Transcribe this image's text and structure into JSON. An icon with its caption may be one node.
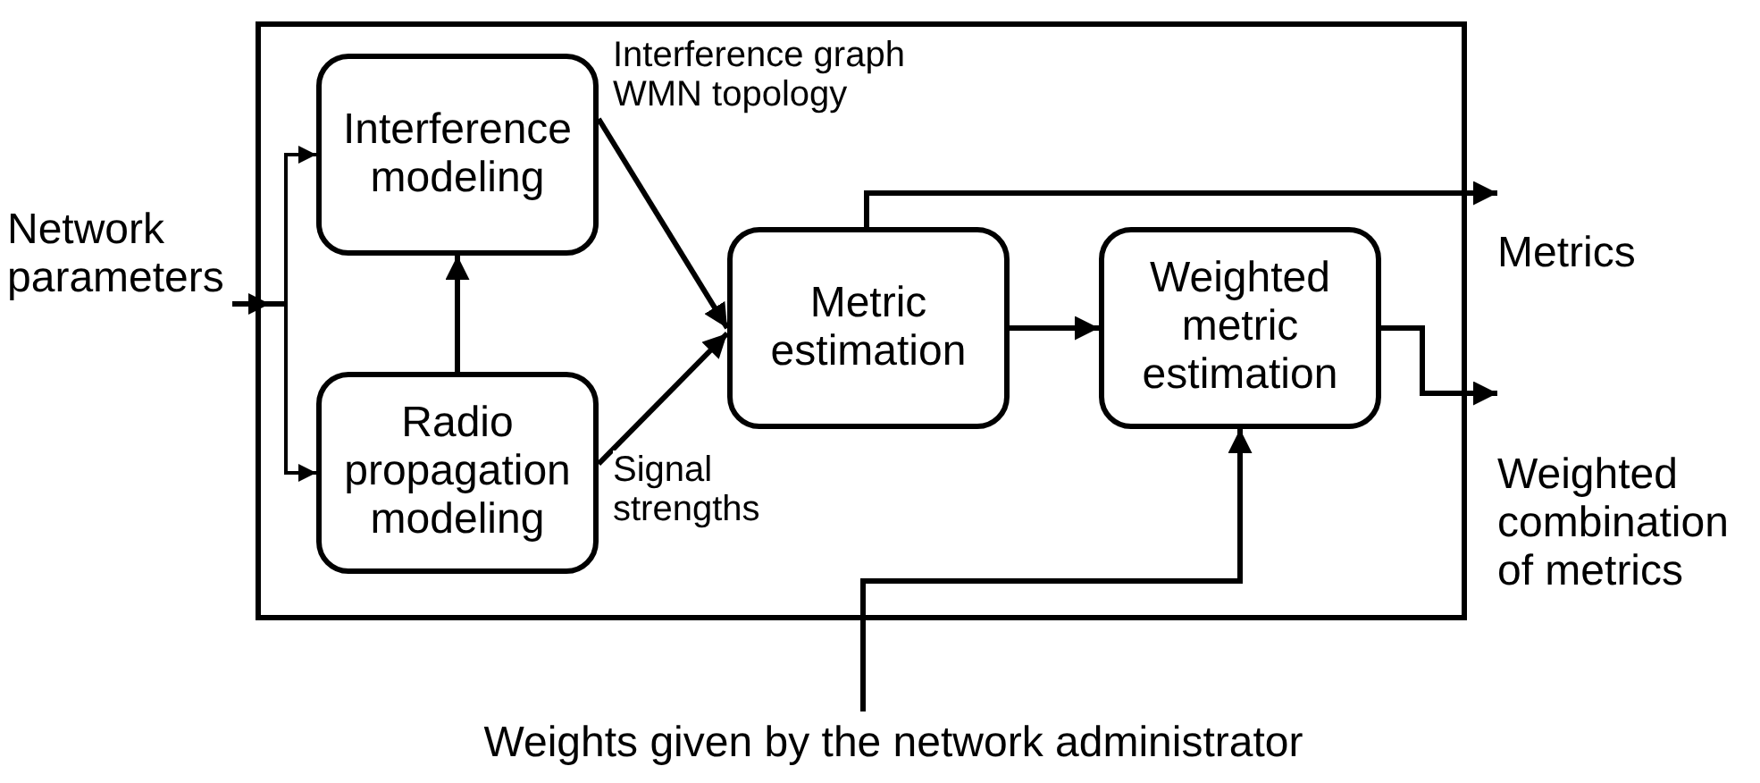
{
  "diagram": {
    "nodes": [
      {
        "text": [],
        "shape": "box"
      },
      {
        "text": [
          "Interference modeling"
        ],
        "in": 0
      },
      {
        "text": [
          "Radio propagation modeling"
        ],
        "in": 0
      },
      {
        "text": [
          "Metric estimation"
        ],
        "in": 0
      },
      {
        "text": [
          "Weighted metric estimation"
        ],
        "in": 0
      },
      {
        "text": [
          "Network parameters"
        ]
      },
      {
        "text": [
          "Metrics"
        ]
      },
      {
        "text": [
          "Weighted combination of metrics"
        ]
      },
      {
        "text": [
          "Weights given by the network administrator"
        ]
      }
    ],
    "edges": [
      {
        "from": 5,
        "to": 1,
        "arrow": "to"
      },
      {
        "from": 5,
        "to": 2,
        "arrow": "to"
      },
      {
        "from": 2,
        "to": 1,
        "arrow": "to"
      },
      {
        "from": 1,
        "to": 3,
        "arrow": "to",
        "label": "Interference graph WMN topology"
      },
      {
        "from": 2,
        "to": 3,
        "arrow": "to",
        "label": "Signal strengths"
      },
      {
        "from": 3,
        "to": 4,
        "arrow": "to"
      },
      {
        "from": 3,
        "to": 6,
        "arrow": "to"
      },
      {
        "from": 4,
        "to": 7,
        "arrow": "to"
      },
      {
        "from": 8,
        "to": 4,
        "arrow": "to"
      }
    ]
  }
}
